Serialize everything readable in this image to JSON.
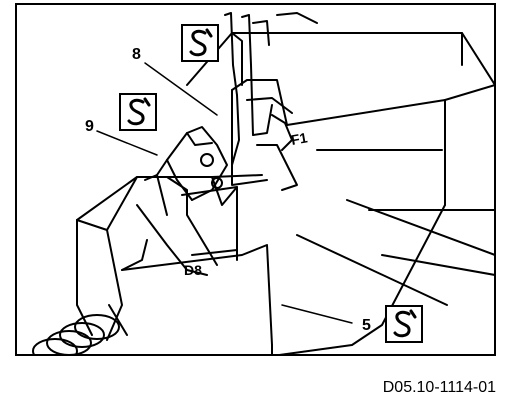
{
  "figure": {
    "callouts": {
      "part_5": "5",
      "part_8": "8",
      "part_9": "9"
    },
    "part_labels": {
      "F1": "F1",
      "D8": "D8"
    },
    "symbol_icons": [
      "spring-clip-symbol-icon",
      "spring-clip-symbol-icon",
      "spring-clip-symbol-icon"
    ],
    "colors": {
      "line": "#000000",
      "background": "#ffffff"
    }
  },
  "document_id": "D05.10-1114-01"
}
